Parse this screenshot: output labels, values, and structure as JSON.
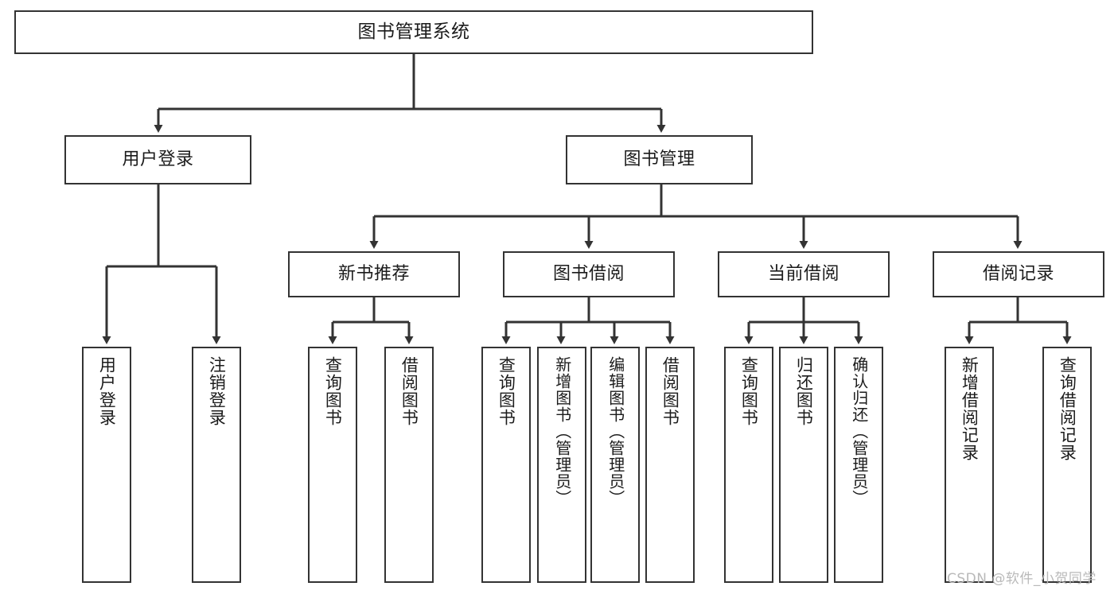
{
  "diagram": {
    "title": "图书管理系统",
    "type": "hierarchy-tree",
    "watermark": "CSDN @软件_小贺同学",
    "root": {
      "label": "图书管理系统"
    },
    "level2": [
      {
        "label": "用户登录"
      },
      {
        "label": "图书管理"
      }
    ],
    "level3": [
      {
        "label": "新书推荐"
      },
      {
        "label": "图书借阅"
      },
      {
        "label": "当前借阅"
      },
      {
        "label": "借阅记录"
      }
    ],
    "leaves": [
      {
        "label": "用户登录"
      },
      {
        "label": "注销登录"
      },
      {
        "label": "查询图书"
      },
      {
        "label": "借阅图书"
      },
      {
        "label": "查询图书"
      },
      {
        "label": "新增图书（管理员）"
      },
      {
        "label": "编辑图书（管理员）"
      },
      {
        "label": "借阅图书"
      },
      {
        "label": "查询图书"
      },
      {
        "label": "归还图书"
      },
      {
        "label": "确认归还（管理员）"
      },
      {
        "label": "新增借阅记录"
      },
      {
        "label": "查询借阅记录"
      }
    ],
    "colors": {
      "stroke": "#333333",
      "fill": "#ffffff",
      "text": "#1b1b1b",
      "watermark": "#b9b9b9"
    }
  }
}
